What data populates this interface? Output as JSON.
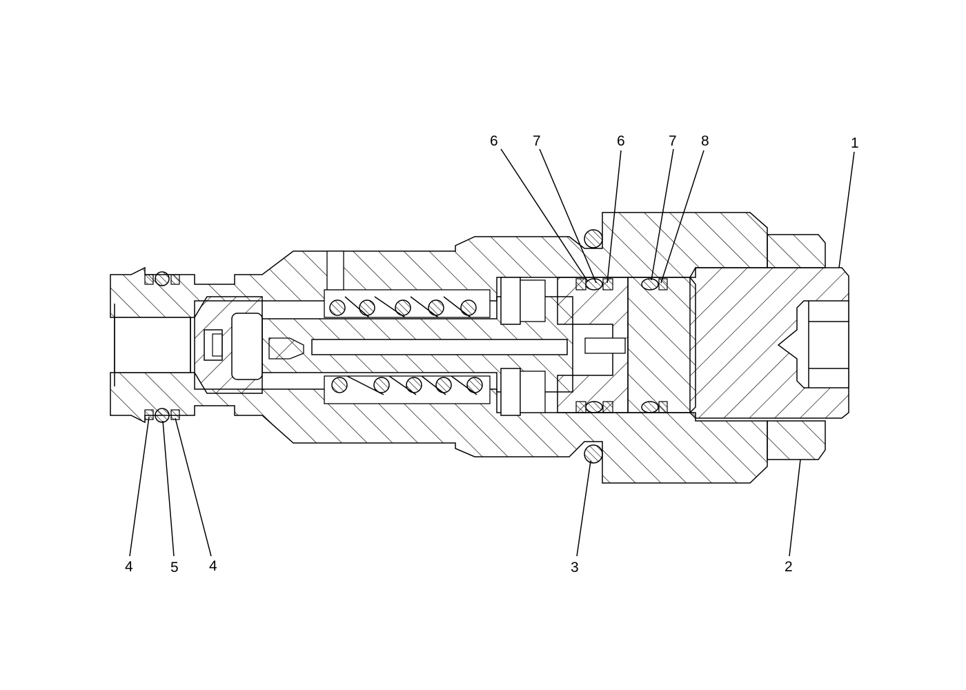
{
  "callouts": [
    {
      "id": "c6a",
      "label": "6"
    },
    {
      "id": "c7a",
      "label": "7"
    },
    {
      "id": "c6b",
      "label": "6"
    },
    {
      "id": "c7b",
      "label": "7"
    },
    {
      "id": "c8",
      "label": "8"
    },
    {
      "id": "c1",
      "label": "1"
    },
    {
      "id": "c4a",
      "label": "4"
    },
    {
      "id": "c5",
      "label": "5"
    },
    {
      "id": "c4b",
      "label": "4"
    },
    {
      "id": "c3",
      "label": "3"
    },
    {
      "id": "c2",
      "label": "2"
    }
  ]
}
